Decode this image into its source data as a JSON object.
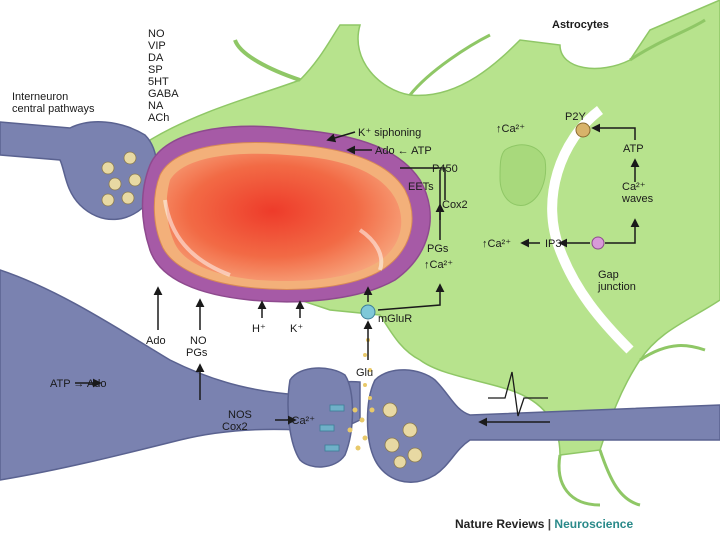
{
  "title": "Astrocytes",
  "neurotransmitters": [
    "NO",
    "VIP",
    "DA",
    "SP",
    "5HT",
    "GABA",
    "NA",
    "ACh"
  ],
  "interneuron_label": [
    "Interneuron",
    "central pathways"
  ],
  "labels": {
    "k_siphoning": "K⁺ siphoning",
    "ado_atp_top": "Ado ← ATP",
    "p450": "P450",
    "eets": "EETs",
    "cox2_right": "Cox2",
    "pgs": "PGs",
    "ca_up_mid": "↑Ca²⁺",
    "p2y": "P2Y",
    "ca_up_p2y": "↑Ca²⁺",
    "atp_right": "ATP",
    "ca_waves": [
      "Ca²⁺",
      "waves"
    ],
    "ca_up_ip3": "↑Ca²⁺",
    "ip3": "IP3",
    "gap_junction": [
      "Gap",
      "junction"
    ],
    "mglur": "mGluR",
    "h_plus": "H⁺",
    "k_plus": "K⁺",
    "ado_left": "Ado",
    "no_pgs": [
      "NO",
      "PGs"
    ],
    "atp_ado_bottom": "ATP → Ado",
    "glu": "Glu",
    "nos_cox2": [
      "NOS",
      "Cox2"
    ],
    "ca_up_bottom": "↑Ca²⁺"
  },
  "credit": {
    "journal": "Nature Reviews",
    "separator": "|",
    "section": "Neuroscience"
  },
  "colors": {
    "astrocyte": "#b7e38d",
    "neuron": "#7a82b0",
    "vessel_outer": "#a65aa6",
    "vessel_wall": "#f3b07a",
    "lumen": "#ef5a3a",
    "vesicle": "#e8d9a3"
  }
}
